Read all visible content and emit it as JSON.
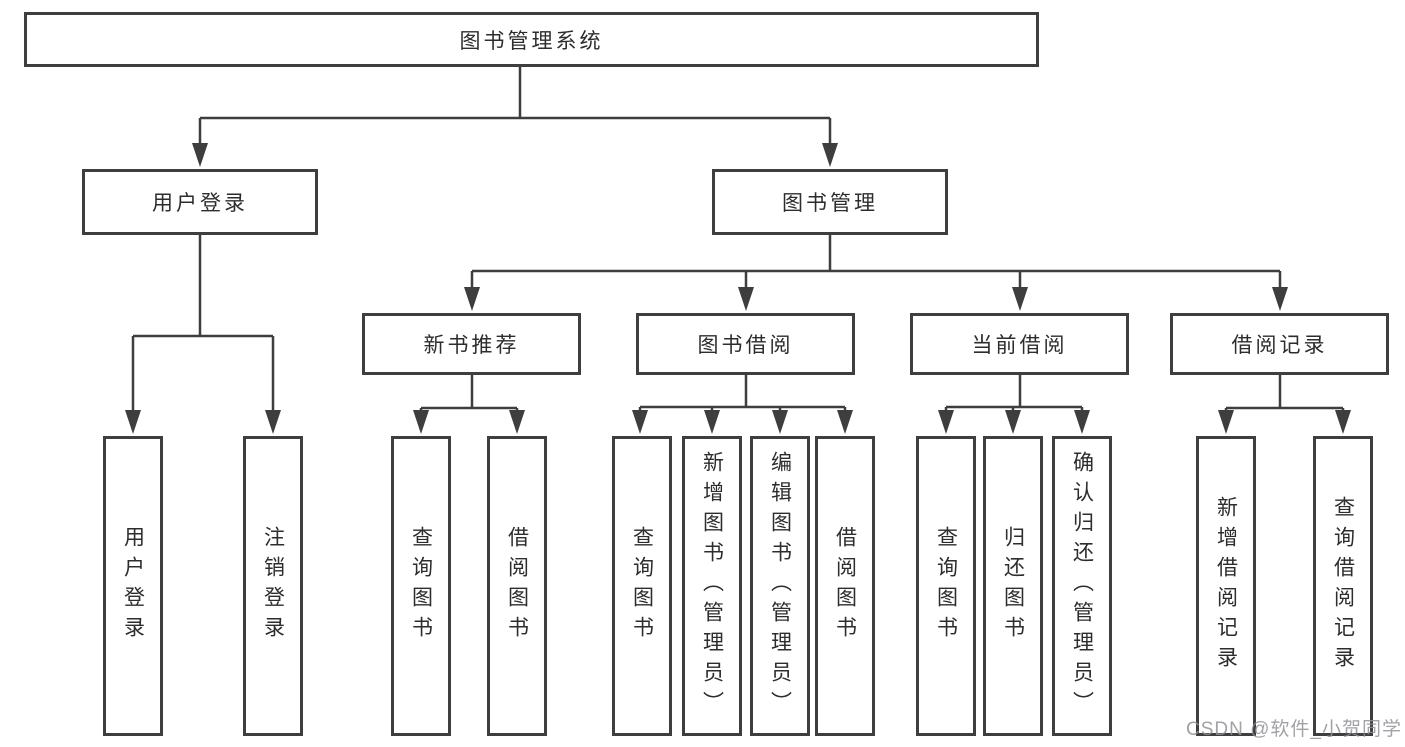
{
  "tree": {
    "root": {
      "label": "图书管理系统"
    },
    "children": [
      {
        "label": "用户登录",
        "children": [
          {
            "label": "用户登录"
          },
          {
            "label": "注销登录"
          }
        ]
      },
      {
        "label": "图书管理",
        "children": [
          {
            "label": "新书推荐",
            "children": [
              {
                "label": "查询图书"
              },
              {
                "label": "借阅图书"
              }
            ]
          },
          {
            "label": "图书借阅",
            "children": [
              {
                "label": "查询图书"
              },
              {
                "label": "新增图书（管理员）"
              },
              {
                "label": "编辑图书（管理员）"
              },
              {
                "label": "借阅图书"
              }
            ]
          },
          {
            "label": "当前借阅",
            "children": [
              {
                "label": "查询图书"
              },
              {
                "label": "归还图书"
              },
              {
                "label": "确认归还（管理员）"
              }
            ]
          },
          {
            "label": "借阅记录",
            "children": [
              {
                "label": "新增借阅记录"
              },
              {
                "label": "查询借阅记录"
              }
            ]
          }
        ]
      }
    ]
  },
  "watermark": {
    "text": "CSDN @软件_小贺同学"
  },
  "colors": {
    "line": "#3e3e3e",
    "box_border": "#3e3e3e",
    "text": "#2d2d2d",
    "background": "#ffffff",
    "watermark": "#919196"
  }
}
